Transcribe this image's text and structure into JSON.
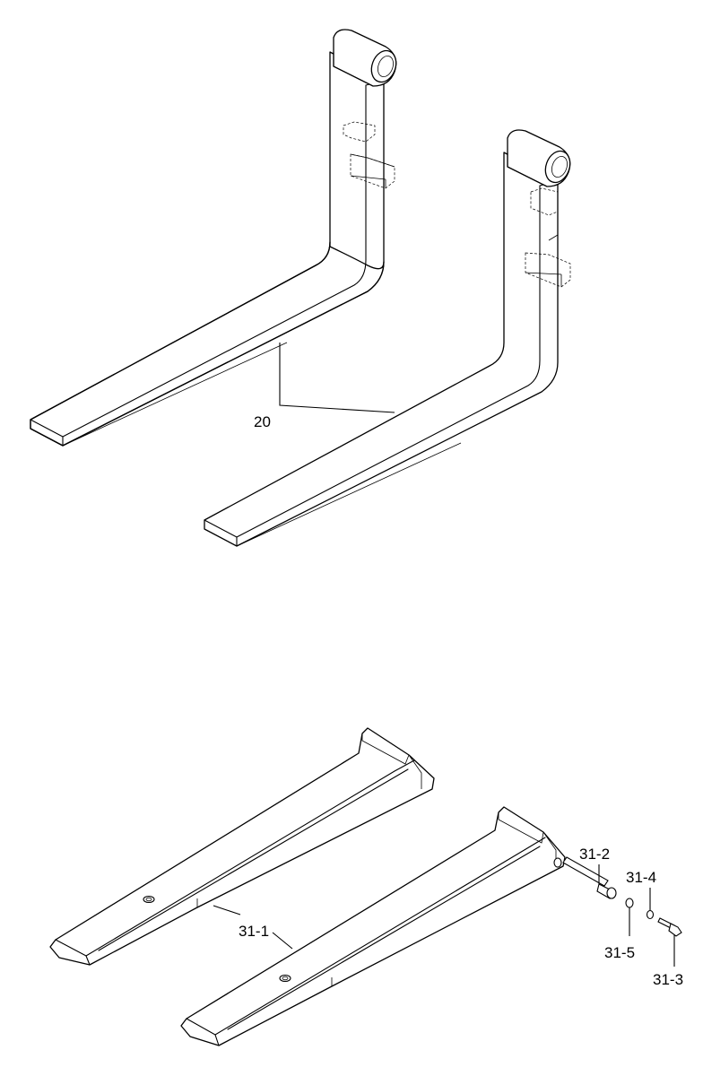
{
  "callouts": {
    "fork_pair": "20",
    "fork_cover": "31-1",
    "pin": "31-2",
    "bolt": "31-3",
    "washer_small": "31-4",
    "washer": "31-5"
  }
}
